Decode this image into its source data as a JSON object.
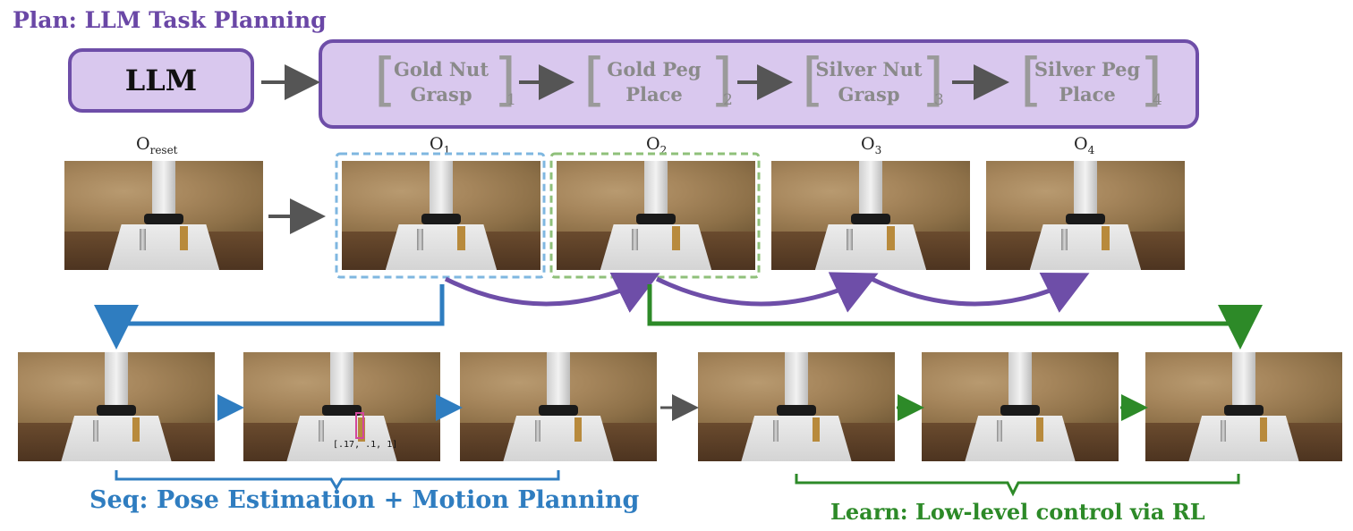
{
  "plan": {
    "title": "Plan: LLM Task Planning",
    "llm_label": "LLM",
    "steps": [
      {
        "line1": "Gold Nut",
        "line2": "Grasp",
        "index": "1"
      },
      {
        "line1": "Gold Peg",
        "line2": "Place",
        "index": "2"
      },
      {
        "line1": "Silver Nut",
        "line2": "Grasp",
        "index": "3"
      },
      {
        "line1": "Silver Peg",
        "line2": "Place",
        "index": "4"
      }
    ]
  },
  "observations": [
    {
      "main": "O",
      "sub": "reset"
    },
    {
      "main": "O",
      "sub": "1"
    },
    {
      "main": "O",
      "sub": "2"
    },
    {
      "main": "O",
      "sub": "3"
    },
    {
      "main": "O",
      "sub": "4"
    }
  ],
  "pose_annotation": "[.17, .1, 1]",
  "seq_title": "Seq: Pose Estimation + Motion Planning",
  "learn_title": "Learn: Low-level control via RL",
  "colors": {
    "purple": "#6e4ea8",
    "purple_fill": "#d9c8ee",
    "blue": "#2f7dc0",
    "green": "#2d8a28",
    "gray": "#555555"
  }
}
